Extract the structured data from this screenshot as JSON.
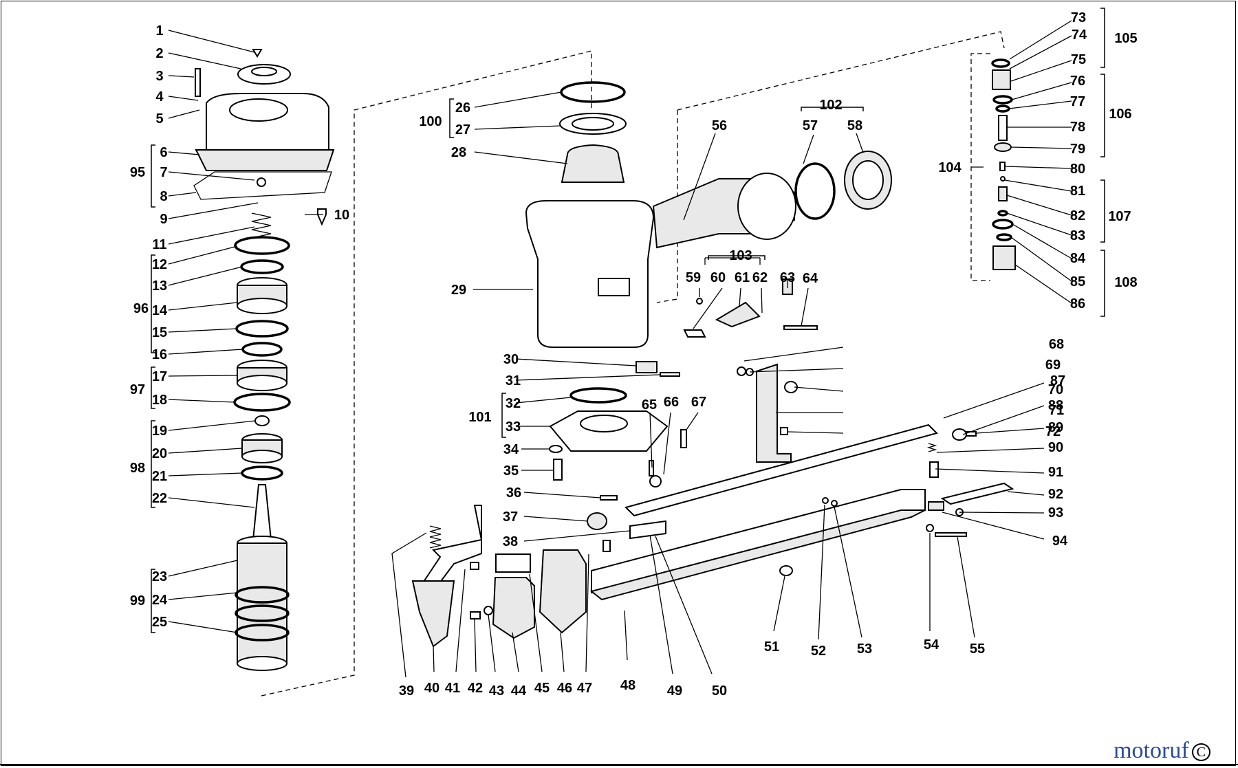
{
  "diagram": {
    "part_labels": [
      "1",
      "2",
      "3",
      "4",
      "5",
      "6",
      "7",
      "8",
      "9",
      "10",
      "11",
      "12",
      "13",
      "14",
      "15",
      "16",
      "17",
      "18",
      "19",
      "20",
      "21",
      "22",
      "23",
      "24",
      "25",
      "26",
      "27",
      "28",
      "29",
      "30",
      "31",
      "32",
      "33",
      "34",
      "35",
      "36",
      "37",
      "38",
      "39",
      "40",
      "41",
      "42",
      "43",
      "44",
      "45",
      "46",
      "47",
      "48",
      "49",
      "50",
      "51",
      "52",
      "53",
      "54",
      "55",
      "56",
      "57",
      "58",
      "59",
      "60",
      "61",
      "62",
      "63",
      "64",
      "65",
      "66",
      "67",
      "68",
      "69",
      "70",
      "71",
      "72",
      "73",
      "74",
      "75",
      "76",
      "77",
      "78",
      "79",
      "80",
      "81",
      "82",
      "83",
      "84",
      "85",
      "86",
      "87",
      "88",
      "89",
      "90",
      "91",
      "92",
      "93",
      "94"
    ],
    "group_labels": [
      "95",
      "96",
      "97",
      "98",
      "99",
      "100",
      "101",
      "102",
      "103",
      "104",
      "105",
      "106",
      "107",
      "108"
    ]
  },
  "watermark": {
    "text": "motoruf",
    "mark": "C"
  }
}
